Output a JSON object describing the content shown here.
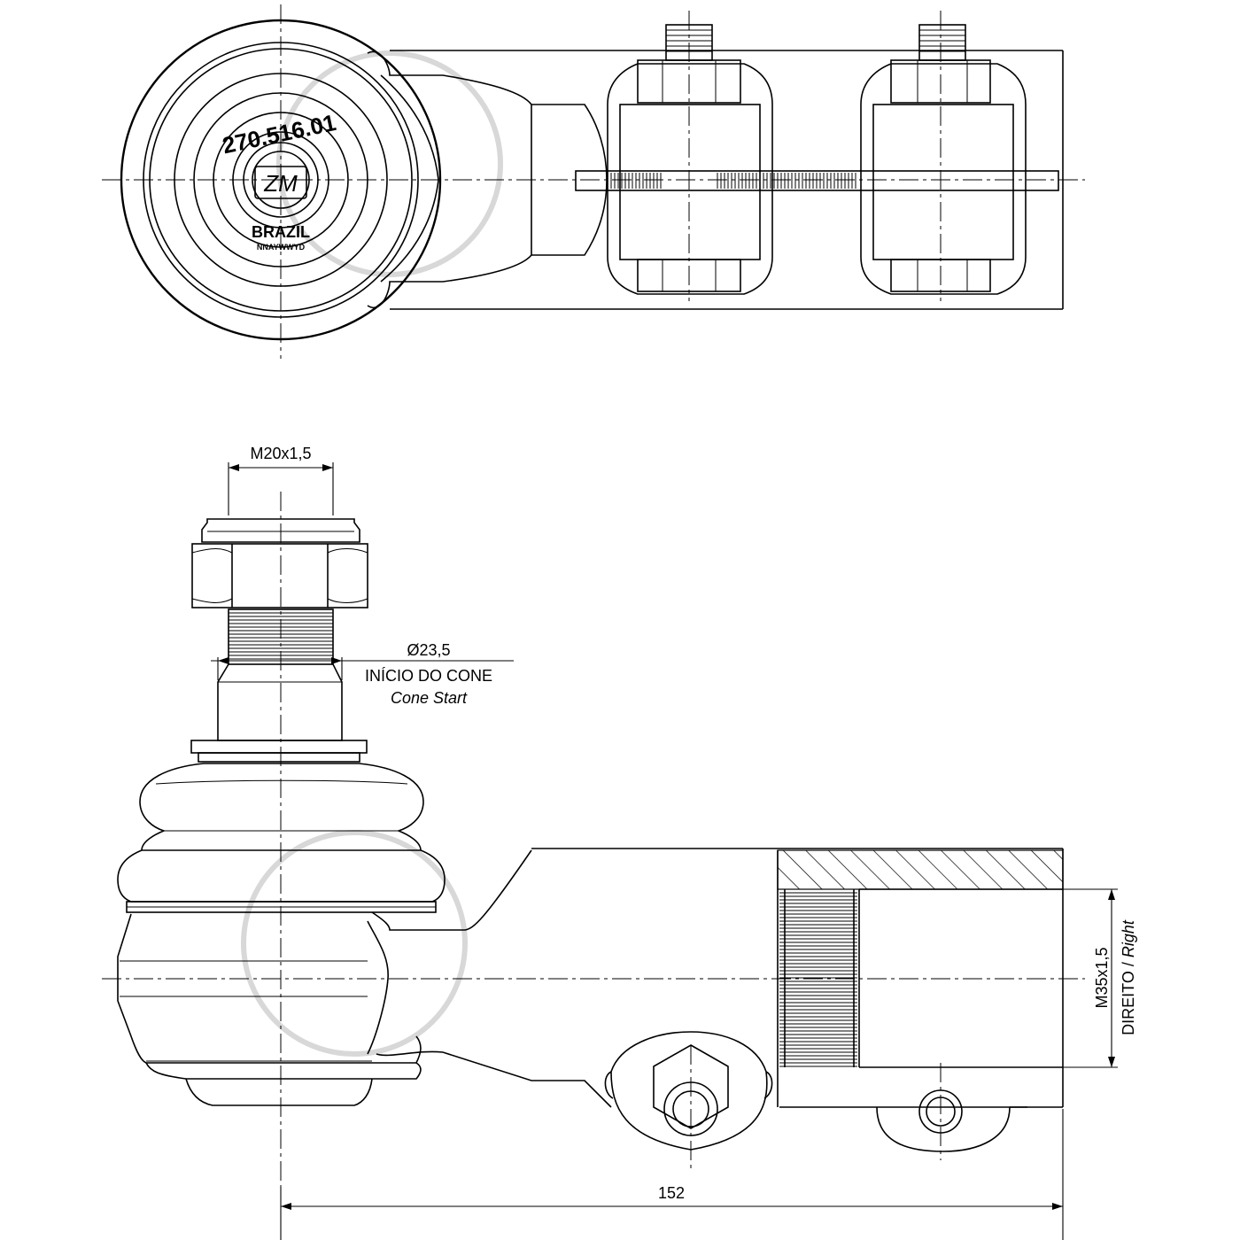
{
  "part": {
    "number": "270.516.01",
    "logo": "ZM",
    "origin": "BRAZIL",
    "date_code": "NNAYWWYD"
  },
  "dimensions": {
    "stud_thread": "M20x1,5",
    "cone_diameter": "Ø23,5",
    "cone_start_pt": "INÍCIO DO CONE",
    "cone_start_en": "Cone Start",
    "body_thread": "M35x1,5",
    "thread_hand_pt": "DIREITO /",
    "thread_hand_en": "Right",
    "overall_length": "152"
  },
  "colors": {
    "line": "#000000",
    "watermark": "#d8d8d8",
    "background": "#ffffff"
  }
}
